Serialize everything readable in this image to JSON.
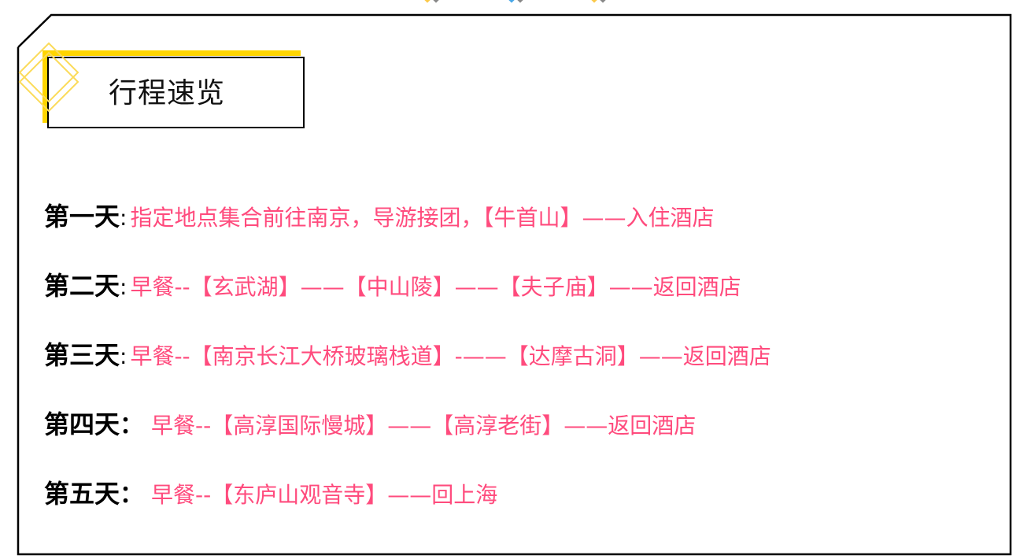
{
  "header": {
    "title": "行程速览"
  },
  "colors": {
    "accent_yellow": "#FFD500",
    "diamond_yellow": "#FBDB5A",
    "frame_black": "#000000",
    "itinerary_pink": "#FF4B7D",
    "label_black": "#000000"
  },
  "decorations": {
    "top_markers": [
      {
        "left": "#FBC94A",
        "right": "#888888"
      },
      {
        "left": "#4AA8E8",
        "right": "#888888"
      },
      {
        "left": "#FBC94A",
        "right": "#888888"
      }
    ]
  },
  "itinerary": [
    {
      "label": "第一天",
      "colon": ":",
      "text": "指定地点集合前往南京，导游接团，【牛首山】——入住酒店"
    },
    {
      "label": "第二天",
      "colon": ":",
      "text": "早餐--【玄武湖】——【中山陵】——【夫子庙】——返回酒店"
    },
    {
      "label": "第三天",
      "colon": ":",
      "text": "早餐--【南京长江大桥玻璃栈道】-——【达摩古洞】——返回酒店"
    },
    {
      "label": "第四天",
      "colon": "：",
      "text": "早餐--【高淳国际慢城】——【高淳老街】——返回酒店"
    },
    {
      "label": "第五天",
      "colon": "：",
      "text": "早餐--【东庐山观音寺】——回上海"
    }
  ]
}
